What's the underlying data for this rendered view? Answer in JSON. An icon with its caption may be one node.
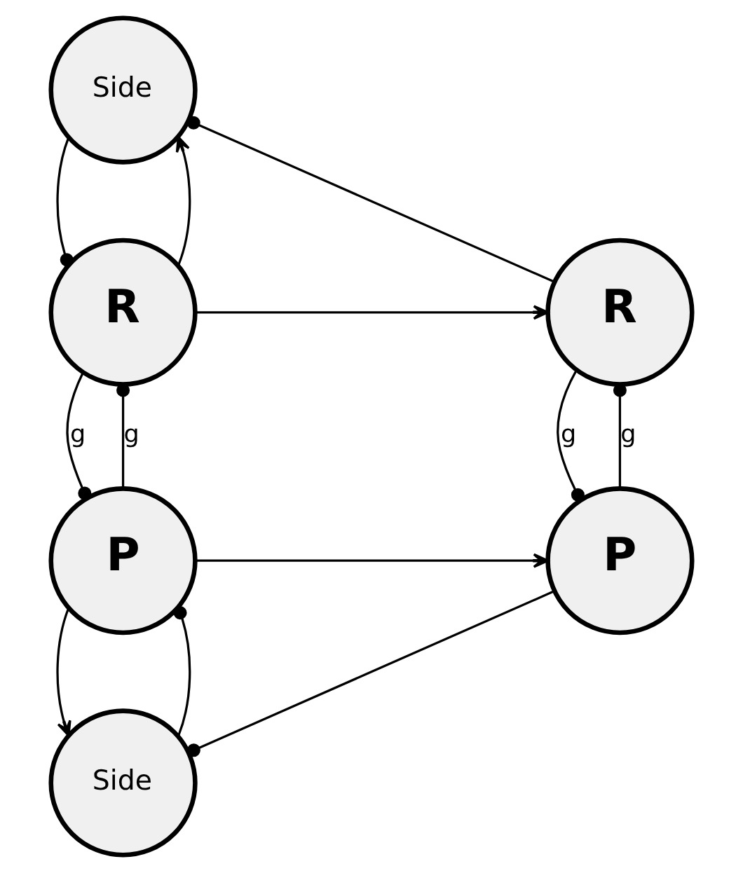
{
  "diagram": {
    "nodes": [
      {
        "text": [
          "Side"
        ]
      },
      {
        "text": [
          "R"
        ]
      },
      {
        "text": [
          "R"
        ]
      },
      {
        "text": [
          "P"
        ]
      },
      {
        "text": [
          "P"
        ]
      },
      {
        "text": [
          "Side"
        ]
      }
    ],
    "edges": [
      {
        "from": 0,
        "to": 1,
        "arrow": "other"
      },
      {
        "from": 2,
        "to": 0,
        "arrow": "other"
      },
      {
        "from": 1,
        "to": 2,
        "arrow": "to"
      },
      {
        "from": 1,
        "to": 0,
        "arrow": "to"
      },
      {
        "from": 3,
        "to": 1,
        "arrow": "other",
        "label": "g"
      },
      {
        "from": 1,
        "to": 3,
        "arrow": "other",
        "label": "g"
      },
      {
        "from": 4,
        "to": 2,
        "arrow": "other",
        "label": "g"
      },
      {
        "from": 2,
        "to": 4,
        "arrow": "other",
        "label": "g"
      },
      {
        "from": 3,
        "to": 4,
        "arrow": "to"
      },
      {
        "from": 3,
        "to": 5,
        "arrow": "to"
      },
      {
        "from": 5,
        "to": 3,
        "arrow": "other"
      },
      {
        "from": 4,
        "to": 5,
        "arrow": "other"
      }
    ]
  }
}
